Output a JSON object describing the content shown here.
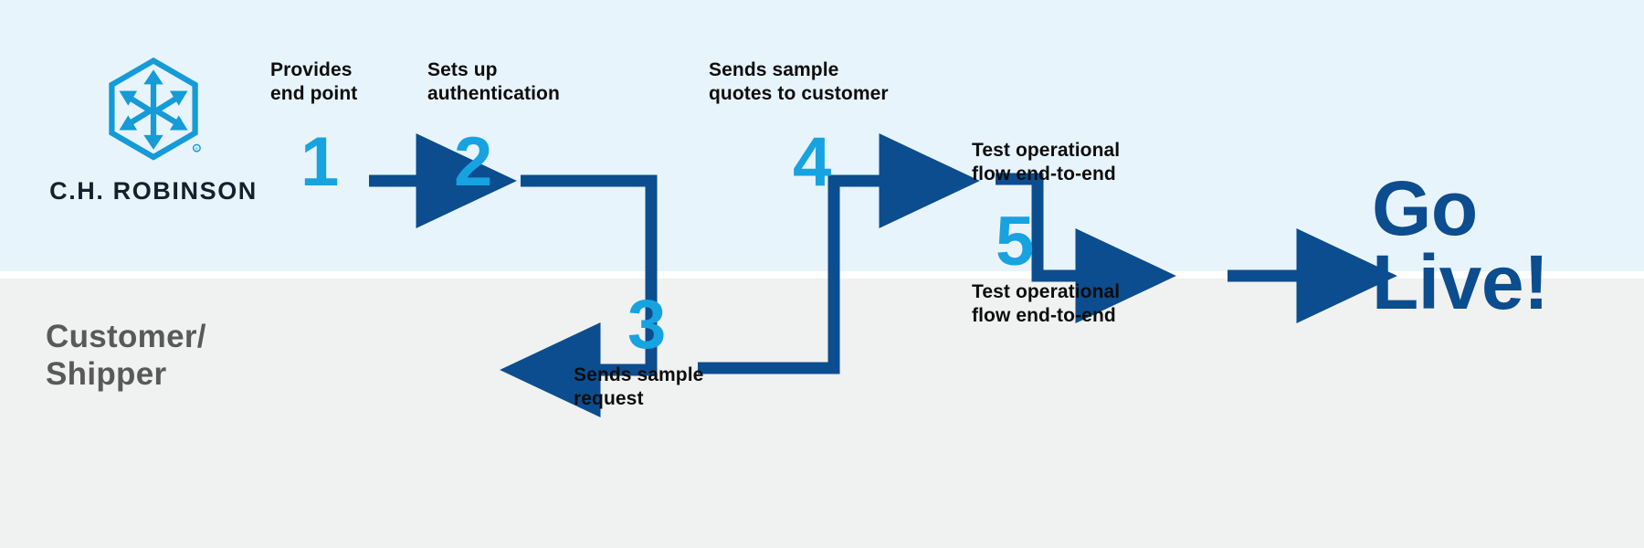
{
  "diagram": {
    "title_absent": true,
    "bands": [
      {
        "name": "ch-robinson-lane",
        "color": "#e8f4fb"
      },
      {
        "name": "customer-shipper-lane",
        "color": "#f0f1f1"
      }
    ],
    "colors": {
      "lane_top": "#e8f4fb",
      "lane_bottom": "#f0f1f1",
      "step_number": "#17a3e0",
      "connector": "#0b4d8f",
      "logo": "#159bd7",
      "logo_text": "#14202b",
      "lane_label": "#595959",
      "caption": "#0d0d0d",
      "go_live": "#0b4d8f"
    }
  },
  "brand": {
    "logo_icon": "hexagon-arrows-icon",
    "name": "C.H. ROBINSON",
    "registered_mark": "®"
  },
  "lanes": {
    "customer_label": "Customer/\nShipper"
  },
  "steps": [
    {
      "number": "1",
      "caption": "Provides\nend point",
      "lane": "top",
      "caption_position": "above"
    },
    {
      "number": "2",
      "caption": "Sets up\nauthentication",
      "lane": "top",
      "caption_position": "above"
    },
    {
      "number": "3",
      "caption": "Sends sample\nrequest",
      "lane": "bottom",
      "caption_position": "below"
    },
    {
      "number": "4",
      "caption": "Sends sample\nquotes to customer",
      "lane": "top",
      "caption_position": "above"
    },
    {
      "number": "5",
      "caption_above": "Test operational\nflow end-to-end",
      "caption_below": "Test operational\nflow end-to-end",
      "lane": "straddle"
    }
  ],
  "connectors": [
    {
      "from": "1",
      "to": "2",
      "type": "straight-arrow-right"
    },
    {
      "from": "2",
      "to": "3",
      "type": "elbow-down-right-arrow"
    },
    {
      "from": "3",
      "to": "4",
      "type": "elbow-up-right-arrow"
    },
    {
      "from": "4",
      "to": "5",
      "type": "elbow-down-right-arrow"
    },
    {
      "from": "5",
      "to": "go-live",
      "type": "straight-arrow-right"
    }
  ],
  "outcome": {
    "label": "Go\nLive!"
  }
}
